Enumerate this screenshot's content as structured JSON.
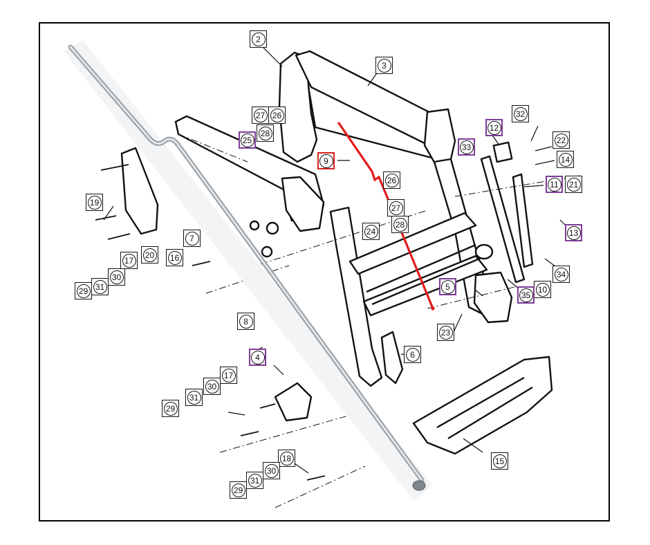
{
  "diagram": {
    "callouts": [
      {
        "id": "c2",
        "label": "2",
        "style": "black"
      },
      {
        "id": "c3",
        "label": "3",
        "style": "black"
      },
      {
        "id": "c27a",
        "label": "27",
        "style": "black"
      },
      {
        "id": "c26a",
        "label": "26",
        "style": "black"
      },
      {
        "id": "c28a",
        "label": "28",
        "style": "black"
      },
      {
        "id": "c25",
        "label": "25",
        "style": "purple"
      },
      {
        "id": "c9",
        "label": "9",
        "style": "red"
      },
      {
        "id": "c32",
        "label": "32",
        "style": "black"
      },
      {
        "id": "c12",
        "label": "12",
        "style": "purple"
      },
      {
        "id": "c33",
        "label": "33",
        "style": "purple"
      },
      {
        "id": "c22",
        "label": "22",
        "style": "black"
      },
      {
        "id": "c14",
        "label": "14",
        "style": "black"
      },
      {
        "id": "c11",
        "label": "11",
        "style": "purple"
      },
      {
        "id": "c21",
        "label": "21",
        "style": "black"
      },
      {
        "id": "c13",
        "label": "13",
        "style": "purple"
      },
      {
        "id": "c26b",
        "label": "26",
        "style": "black"
      },
      {
        "id": "c27b",
        "label": "27",
        "style": "black"
      },
      {
        "id": "c28b",
        "label": "28",
        "style": "black"
      },
      {
        "id": "c24",
        "label": "24",
        "style": "black"
      },
      {
        "id": "c19",
        "label": "19",
        "style": "black"
      },
      {
        "id": "c20",
        "label": "20",
        "style": "black"
      },
      {
        "id": "c7",
        "label": "7",
        "style": "black"
      },
      {
        "id": "c16",
        "label": "16",
        "style": "black"
      },
      {
        "id": "c17a",
        "label": "17",
        "style": "black"
      },
      {
        "id": "c29a",
        "label": "29",
        "style": "black"
      },
      {
        "id": "c31a",
        "label": "31",
        "style": "black"
      },
      {
        "id": "c30a",
        "label": "30",
        "style": "black"
      },
      {
        "id": "c34",
        "label": "34",
        "style": "black"
      },
      {
        "id": "c10",
        "label": "10",
        "style": "black"
      },
      {
        "id": "c35",
        "label": "35",
        "style": "purple"
      },
      {
        "id": "c5",
        "label": "5",
        "style": "purple"
      },
      {
        "id": "c23",
        "label": "23",
        "style": "black"
      },
      {
        "id": "c8",
        "label": "8",
        "style": "black"
      },
      {
        "id": "c6",
        "label": "6",
        "style": "black"
      },
      {
        "id": "c4",
        "label": "4",
        "style": "purple"
      },
      {
        "id": "c17b",
        "label": "17",
        "style": "black"
      },
      {
        "id": "c30b",
        "label": "30",
        "style": "black"
      },
      {
        "id": "c31b",
        "label": "31",
        "style": "black"
      },
      {
        "id": "c29b",
        "label": "29",
        "style": "black"
      },
      {
        "id": "c18",
        "label": "18",
        "style": "black"
      },
      {
        "id": "c30c",
        "label": "30",
        "style": "black"
      },
      {
        "id": "c31c",
        "label": "31",
        "style": "black"
      },
      {
        "id": "c29c",
        "label": "29",
        "style": "black"
      },
      {
        "id": "c15",
        "label": "15",
        "style": "black"
      }
    ],
    "colors": {
      "line": "#111111",
      "highlight": "#e31b1b",
      "purple_box": "#7d3c98",
      "rod_light": "#e8eaec",
      "rod_mid": "#b9bec3",
      "rod_dark": "#8a9096"
    }
  }
}
